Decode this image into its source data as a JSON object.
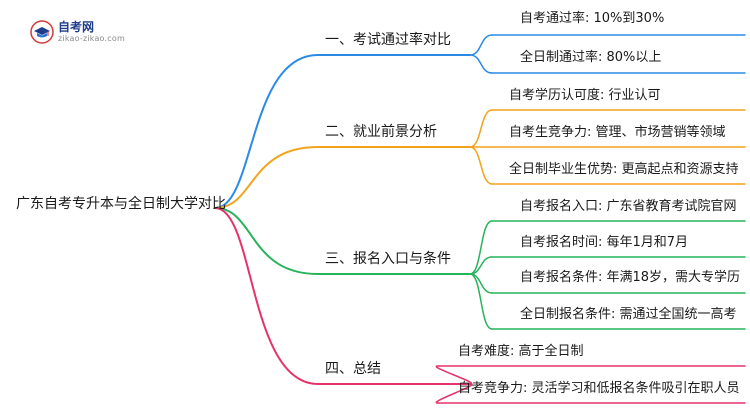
{
  "logo": {
    "title": "自考网",
    "url": "zikao-zikao.com"
  },
  "root": "广东自考专升本与全日制大学对比",
  "branches": [
    {
      "label": "一、考试通过率对比",
      "color": "#2b8ae6",
      "items": [
        "自考通过率: 10%到30%",
        "全日制通过率: 80%以上"
      ]
    },
    {
      "label": "二、就业前景分析",
      "color": "#f2a31b",
      "items": [
        "自考学历认可度: 行业认可",
        "自考生竞争力: 管理、市场营销等领域",
        "全日制毕业生优势: 更高起点和资源支持"
      ]
    },
    {
      "label": "三、报名入口与条件",
      "color": "#26b35a",
      "items": [
        "自考报名入口: 广东省教育考试院官网",
        "自考报名时间: 每年1月和7月",
        "自考报名条件: 年满18岁，需大专学历",
        "全日制报名条件: 需通过全国统一高考"
      ]
    },
    {
      "label": "四、总结",
      "color": "#e6336a",
      "items": [
        "自考难度: 高于全日制",
        "自考竞争力: 灵活学习和低报名条件吸引在职人员"
      ]
    }
  ]
}
